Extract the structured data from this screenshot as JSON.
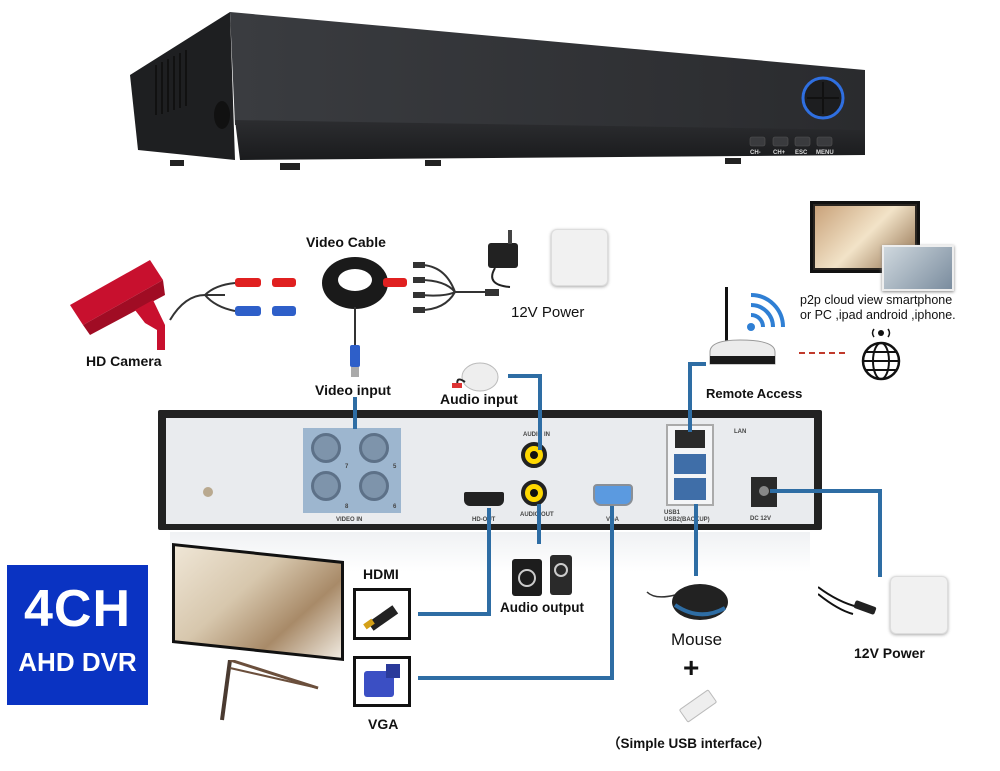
{
  "title": "4CH AHD DVR connection diagram",
  "badge": {
    "line1": "4CH",
    "line2": "AHD DVR",
    "color": "#0a33c2"
  },
  "dvr_front": {
    "buttons": [
      "CH-",
      "CH+",
      "ESC",
      "MENU"
    ],
    "accent_ring": "#2f6fe0"
  },
  "rear_panel": {
    "video_in_label": "VIDEO IN",
    "channel_numbers": [
      "7",
      "5",
      "8",
      "6"
    ],
    "hd_out_label": "HD-OUT",
    "audio_in_label": "AUDIO IN",
    "audio_out_label": "AUDIO OUT",
    "vga_label": "VGA",
    "lan_label": "LAN",
    "usb_label_1": "USB1",
    "usb_label_2": "USB2(BACKUP)",
    "dc_label": "DC 12V"
  },
  "labels": {
    "video_cable": "Video Cable",
    "power_top": "12V Power",
    "hd_camera": "HD Camera",
    "video_input": "Video input",
    "audio_input": "Audio input",
    "remote_access": "Remote Access",
    "p2p_line1": "p2p cloud view smartphone",
    "p2p_line2": "or PC ,ipad android ,iphone.",
    "hdmi": "HDMI",
    "vga": "VGA",
    "audio_output": "Audio output",
    "mouse": "Mouse",
    "plus": "+",
    "usb_interface": "（Simple USB interface）",
    "power_bottom": "12V Power"
  },
  "icons": {
    "camera": "cctv-camera-icon",
    "globe": "globe-icon",
    "wifi": "wifi-icon",
    "router": "router-icon"
  },
  "colors": {
    "wire": "#2e6da4",
    "camera": "#c8102e",
    "dashed_link": "#c0392b"
  }
}
